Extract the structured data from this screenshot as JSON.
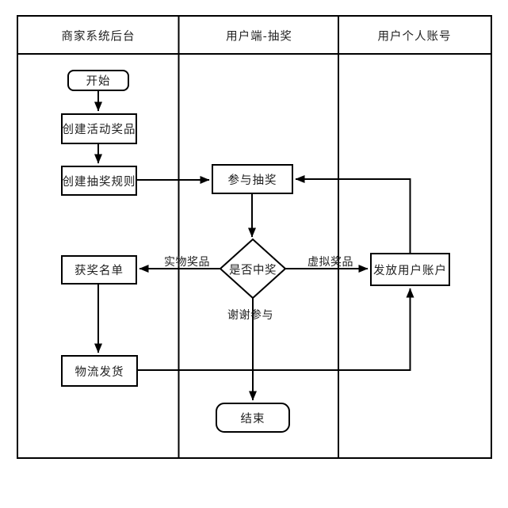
{
  "diagram": {
    "type": "swimlane-flowchart",
    "colors": {
      "stroke": "#000000",
      "background": "#ffffff",
      "text": "#1f1f1f"
    },
    "lanes": [
      {
        "label": "商家系统后台"
      },
      {
        "label": "用户端-抽奖"
      },
      {
        "label": "用户个人账号"
      }
    ],
    "nodes": {
      "start": {
        "label": "开始",
        "type": "terminator",
        "lane": 0
      },
      "create_prize": {
        "label": "创建活动奖品",
        "type": "process",
        "lane": 0
      },
      "create_rule": {
        "label": "创建抽奖规则",
        "type": "process",
        "lane": 0
      },
      "join_lottery": {
        "label": "参与抽奖",
        "type": "process",
        "lane": 1
      },
      "decision": {
        "label": "是否中奖",
        "type": "decision",
        "lane": 1
      },
      "winner_list": {
        "label": "获奖名单",
        "type": "process",
        "lane": 0
      },
      "issue_account": {
        "label": "发放用户账户",
        "type": "process",
        "lane": 2
      },
      "shipping": {
        "label": "物流发货",
        "type": "process",
        "lane": 0
      },
      "end": {
        "label": "结束",
        "type": "terminator",
        "lane": 1
      }
    },
    "edges": [
      {
        "from": "start",
        "to": "create_prize",
        "label": ""
      },
      {
        "from": "create_prize",
        "to": "create_rule",
        "label": ""
      },
      {
        "from": "create_rule",
        "to": "join_lottery",
        "label": ""
      },
      {
        "from": "join_lottery",
        "to": "decision",
        "label": ""
      },
      {
        "from": "decision",
        "to": "winner_list",
        "label": "实物奖品"
      },
      {
        "from": "decision",
        "to": "issue_account",
        "label": "虚拟奖品"
      },
      {
        "from": "decision",
        "to": "end",
        "label": "谢谢参与"
      },
      {
        "from": "winner_list",
        "to": "shipping",
        "label": ""
      },
      {
        "from": "shipping",
        "to": "issue_account",
        "label": ""
      },
      {
        "from": "issue_account",
        "to": "join_lottery",
        "label": ""
      }
    ]
  }
}
